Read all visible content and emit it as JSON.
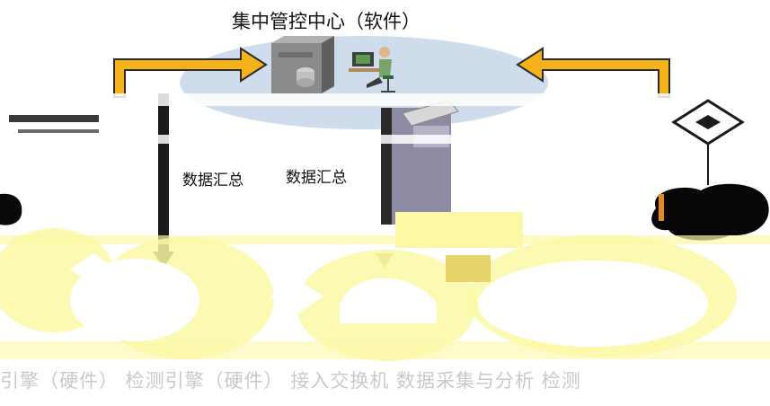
{
  "diagram": {
    "title": "集中管控中心（软件）",
    "edge_labels": [
      "数据汇总",
      "数据汇总"
    ],
    "bottom_text": "引擎（硬件）   检测引擎（硬件）   接入交换机   数据采集与分析   检测",
    "colors": {
      "arrow_fill": "#f6b21b",
      "arrow_stroke": "#2a2a2a",
      "cloud": "#cfdcec",
      "ellipse": "#fbf8a6",
      "bar": "#1a1a1a",
      "cloud_dark": "#070707",
      "accent": "#e6891c"
    },
    "icons": [
      "server-icon",
      "operator-icon",
      "switch-icon",
      "router-icon"
    ]
  }
}
